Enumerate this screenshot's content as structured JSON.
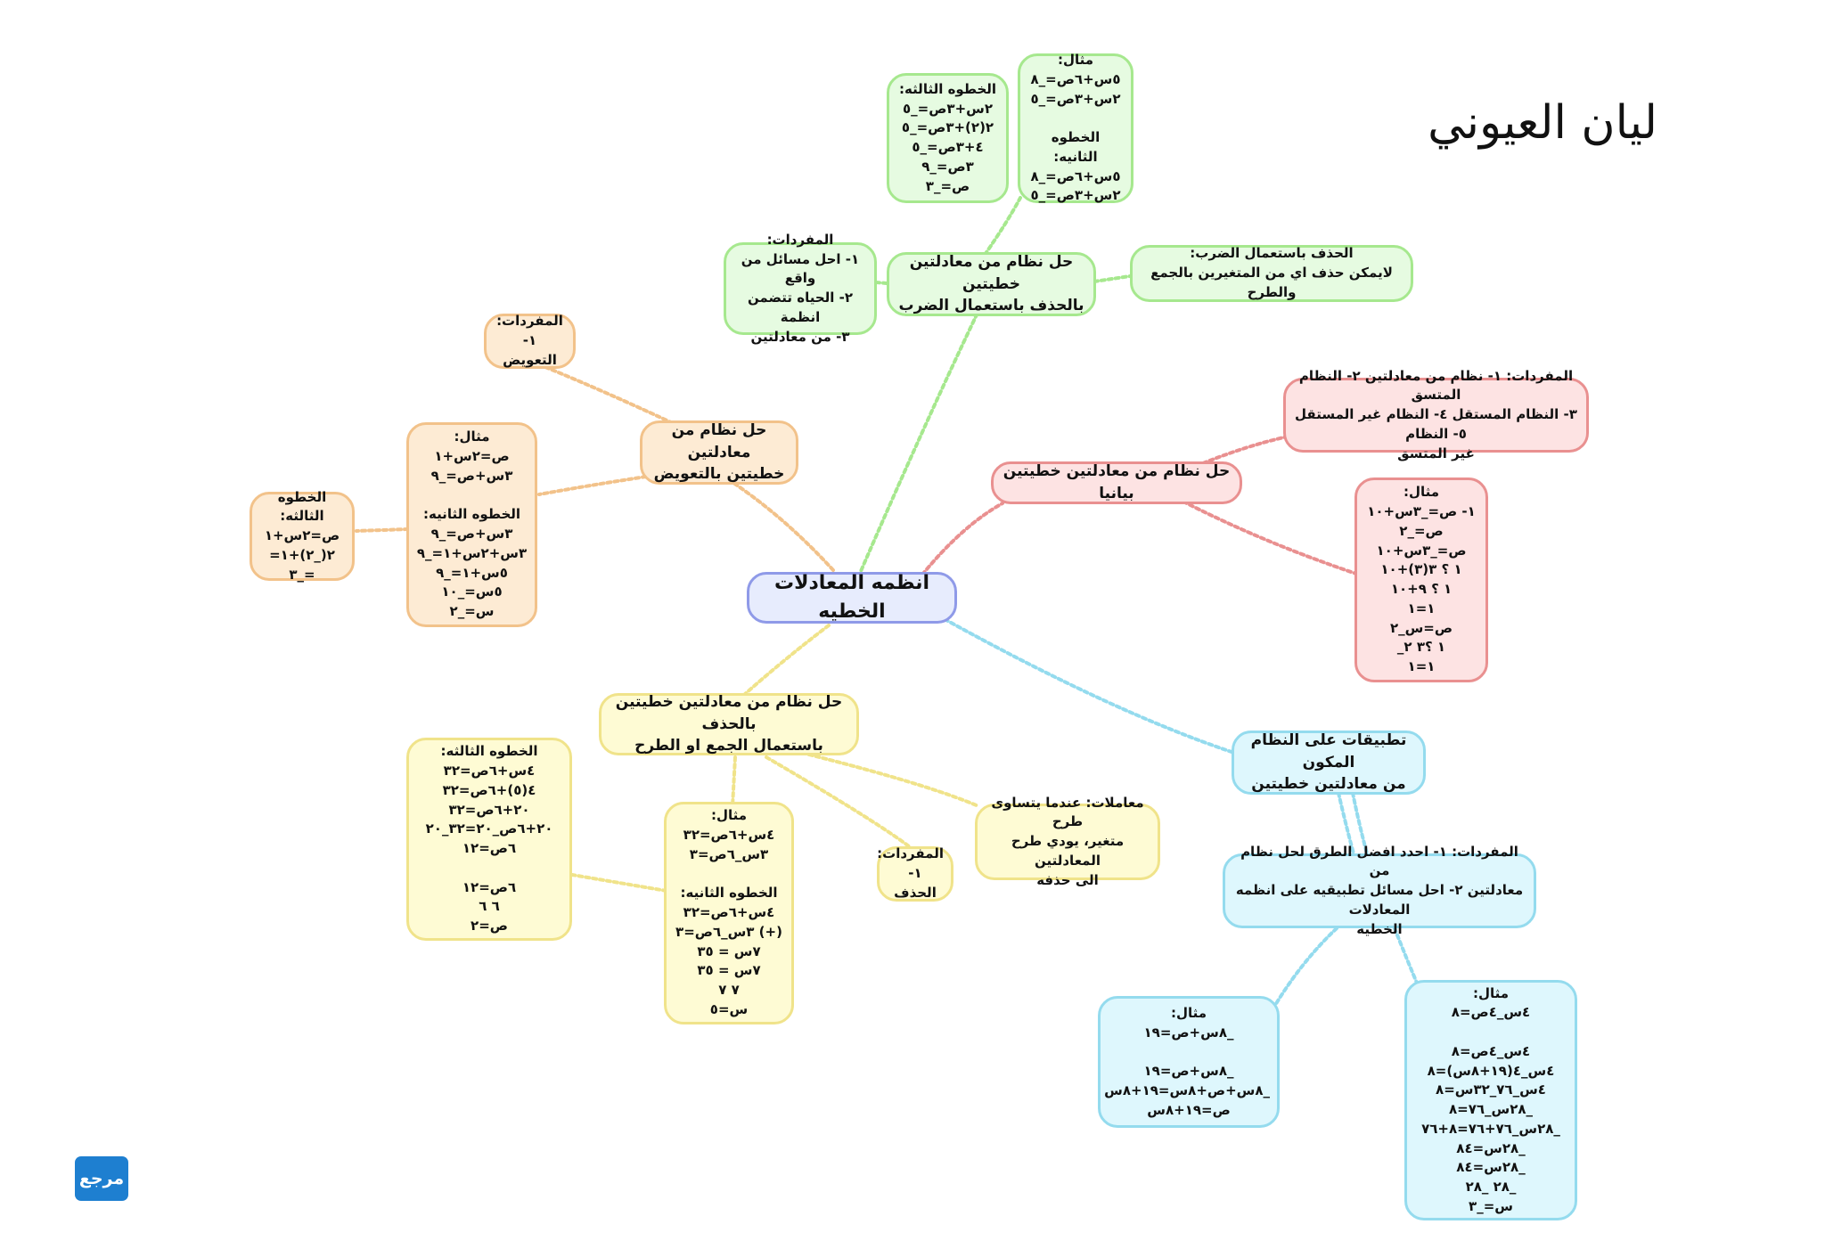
{
  "author": "ليان العيوني",
  "logo_text": "مرجع",
  "colors": {
    "purple": "#8f9ae8",
    "green": "#a6e88e",
    "red": "#e99090",
    "orange": "#f2c28a",
    "yellow": "#f0e38a",
    "blue": "#94dbee"
  },
  "center": "انظمه المعادلات الخطيه",
  "green": {
    "title": "حل نظام من معادلتين خطيتين\nبالحذف باستعمال الضرب",
    "vocab": "المفردات:\n١- احل مسائل من واقع\n٢- الحياه تتضمن انظمة\n٣- من معادلتين",
    "note": "الحذف باستعمال الضرب:\nلايمكن حذف اي من المتغيرين بالجمع والطرح",
    "example": "مثال:\n٥س+٦ص=_٨\n٢س+٣ص=_٥\n\nالخطوه الثانيه:\n٥س+٦ص=_٨\n٢س+٣ص=_٥",
    "step3": "الخطوه الثالثه:\n٢س+٣ص=_٥\n٢(٢)+٣ص=_٥\n٤+٣ص=_٥\n٣ص=_٩\nص=_٣"
  },
  "red": {
    "title": "حل نظام من معادلتين خطيتين بيانيا",
    "vocab": "المفردات: ١- نظام من معادلتين ٢- النظام المتسق\n٣- النظام المستقل ٤- النظام غير المستقل ٥- النظام\nغير المتسق",
    "example": "مثال:\n١- ص=_٣س+١٠\nص=_٢\nص=_٣س+١٠\n١ ؟ ٣(٣)+١٠\n١ ؟ ٩+١٠\n١=١\nص=س_٢\n١ ؟٣ ٢_\n١=١"
  },
  "orange": {
    "title": "حل نظام من معادلتين\nخطيتين بالتعويض",
    "vocab": "المفردات:\n١- التعويض",
    "example": "مثال:\nص=٢س+١\n٣س+ص=_٩\n\nالخطوه الثانيه:\n٣س+ص=_٩\n٣س+٢س+١=_٩\n٥س+١=_٩\n٥س=_١٠\nس=_٢",
    "step3": "الخطوه الثالثه:\nص=٢س+١\n٢(_٢)+١=\n=_٣"
  },
  "yellow": {
    "title": "حل نظام من معادلتين خطيتين بالحذف\nباستعمال الجمع او الطرح",
    "note": "معاملات: عندما يتساوى طرح\nمتغير، يودي طرح المعادلتين\nالى حذفه",
    "vocab": "المفردات:\n١- الحذف",
    "example": "مثال:\n٤س+٦ص=٣٢\n٣س_٦ص=٣\n\nالخطوه الثانيه:\n٤س+٦ص=٣٢\n(+) ٣س_٦ص=٣\n٧س = ٣٥\n٧س = ٣٥\n٧ ٧\nس=٥",
    "step3": "الخطوه الثالثه:\n٤س+٦ص=٣٢\n٤(٥)+٦ص=٣٢\n٢٠+٦ص=٣٢\n٢٠+٦ص_٢٠=٣٢_٢٠\n٦ص=١٢\n\n٦ص=١٢\n٦ ٦\nص=٢"
  },
  "blue": {
    "title": "تطبيقات على النظام المكون\nمن معادلتين خطيتين",
    "vocab": "المفردات: ١- احدد افضل الطرق لحل نظام من\nمعادلتين ٢- احل مسائل تطبيقيه على انظمه المعادلات\nالخطيه",
    "example1": "مثال:\n_٨س+ص=١٩\n\n_٨س+ص=١٩\n_٨س+ص+٨س=١٩+٨س\nص=١٩+٨س",
    "example2": "مثال:\n٤س_٤ص=٨\n\n٤س_٤ص=٨\n٤س_٤(١٩+٨س)=٨\n٤س_٧٦_٣٢س=٨\n_٢٨س_٧٦=٨\n_٢٨س_٧٦+٧٦=٨+٧٦\n_٢٨س=٨٤\n_٢٨س=٨٤\n_٢٨ _٢٨\nس=_٣"
  }
}
